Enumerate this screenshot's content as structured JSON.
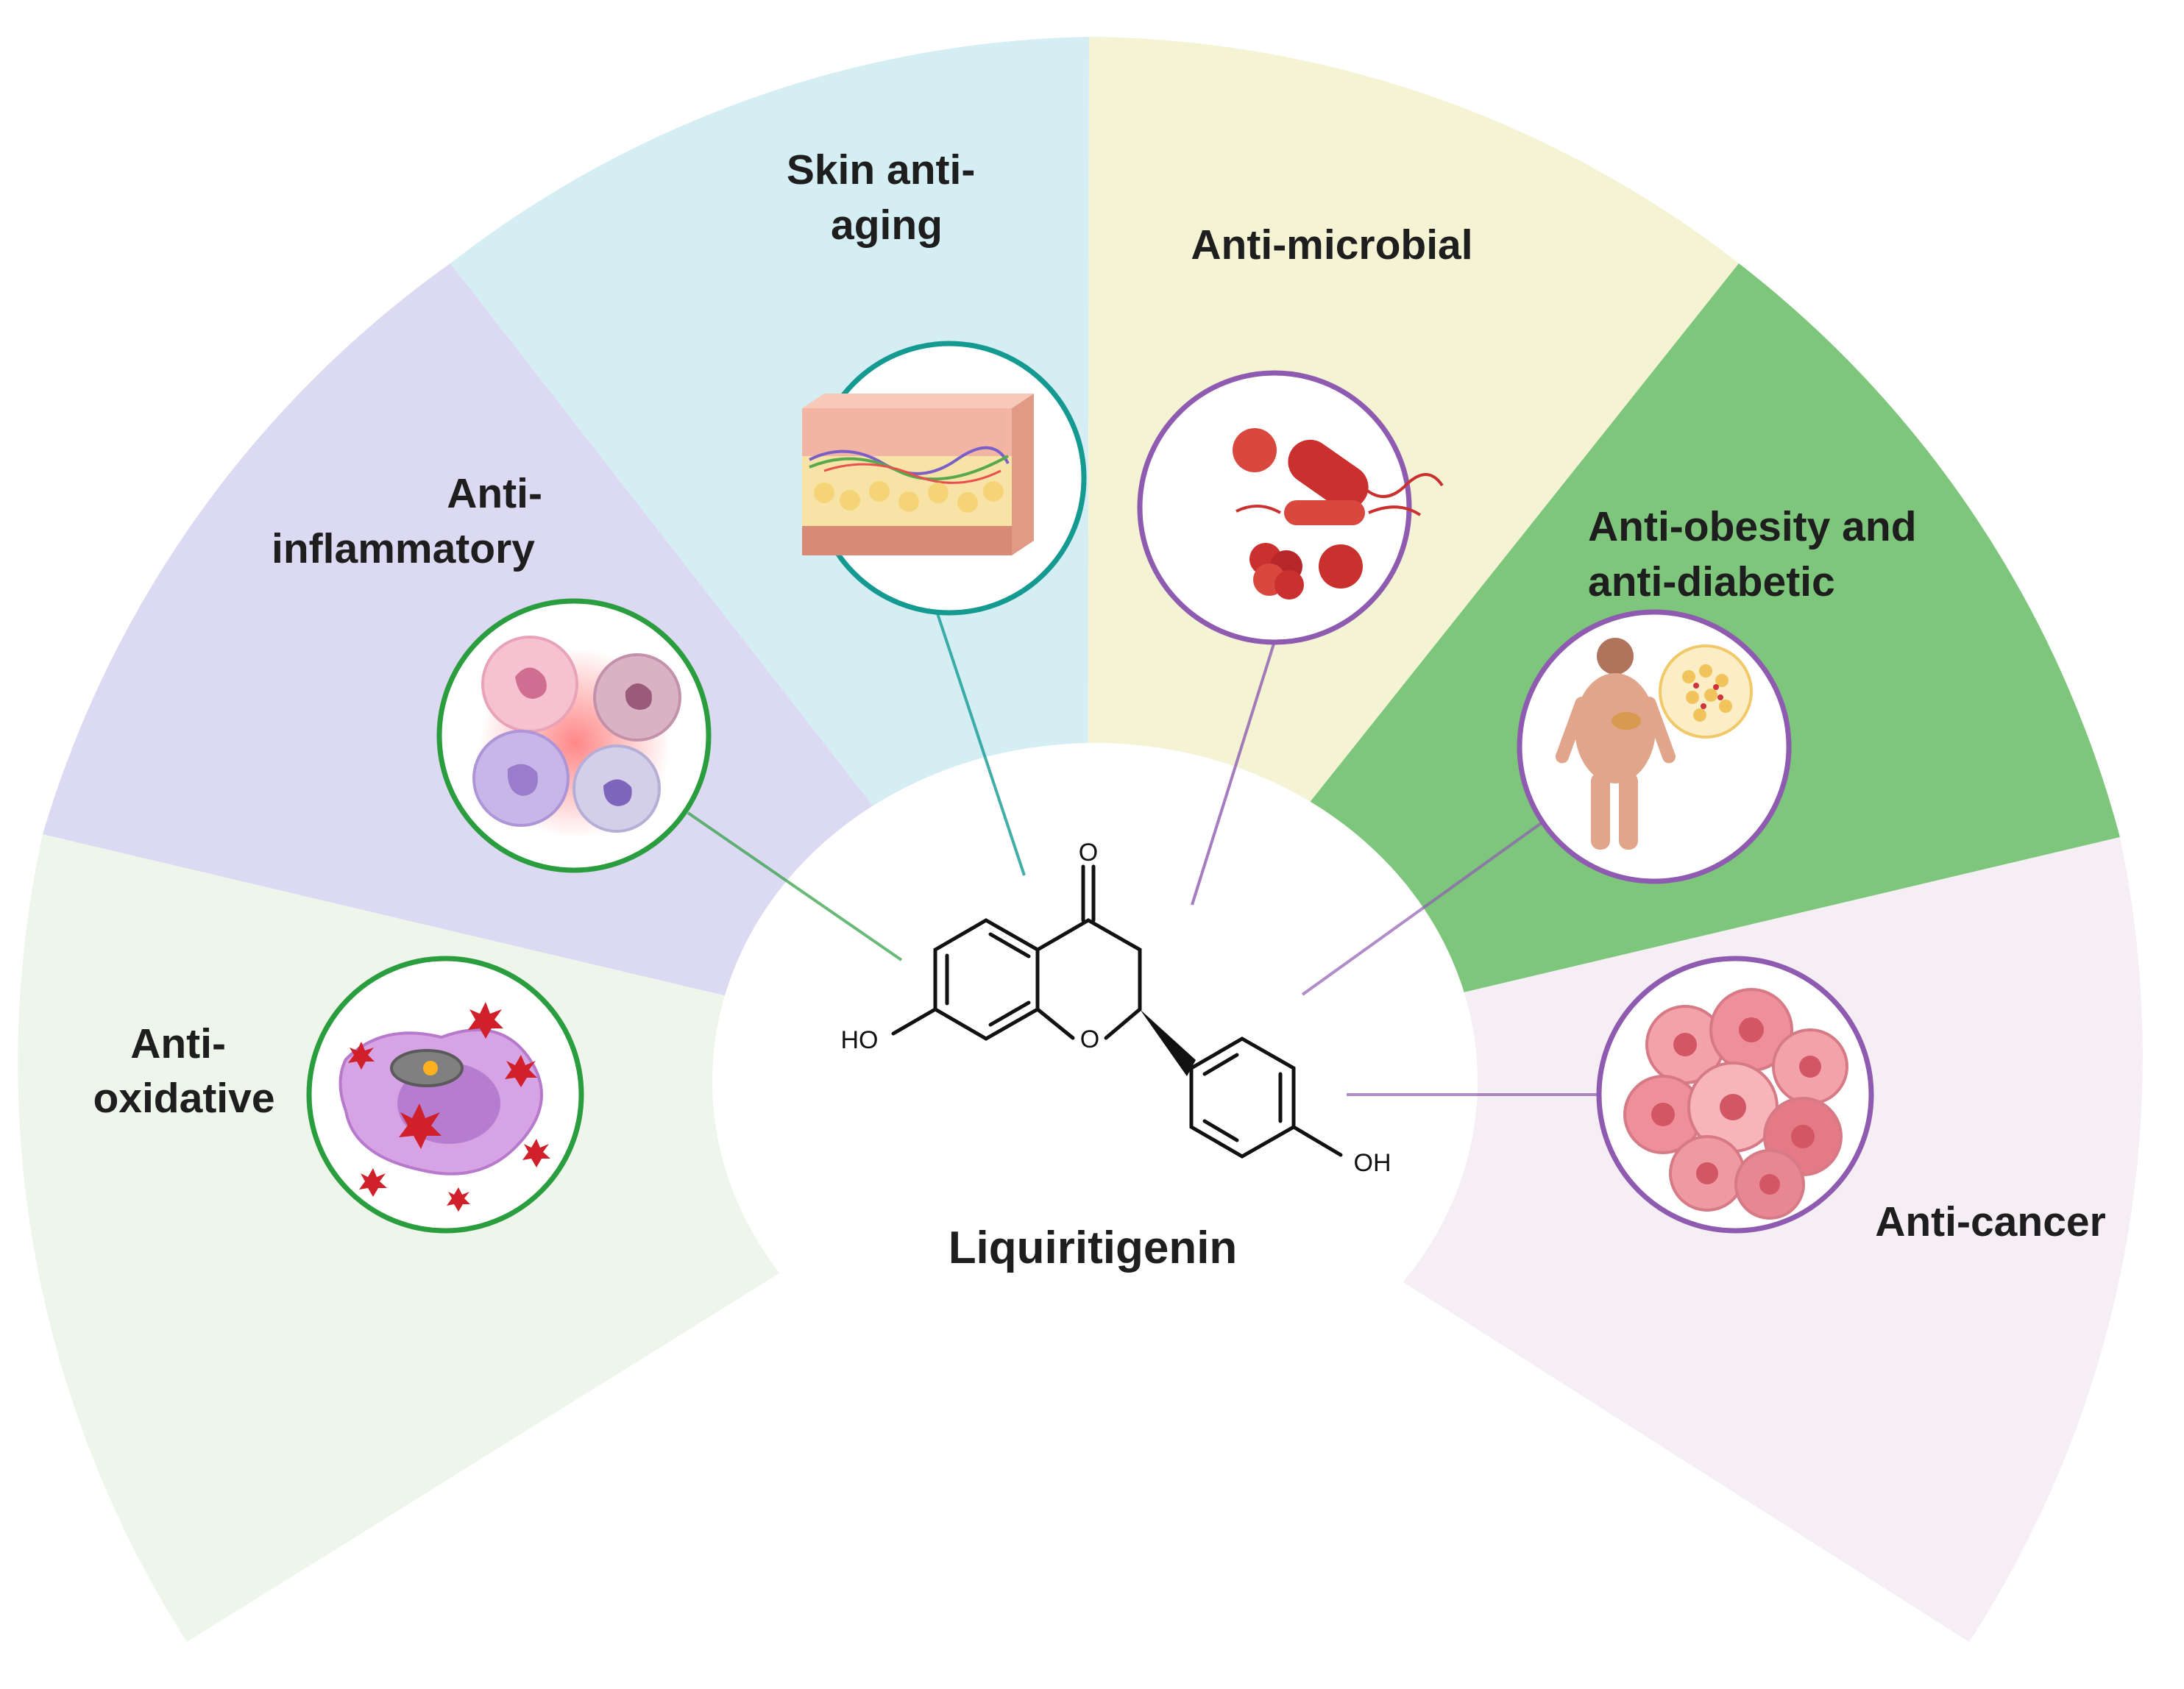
{
  "compound": {
    "name": "Liquiritigenin",
    "atoms": {
      "carbonyl_o": "O",
      "ring_o": "O",
      "hydroxyl_left": "HO",
      "hydroxyl_right": "OH"
    }
  },
  "activities": [
    {
      "id": "anti-oxidative",
      "lines": [
        "Anti-",
        "oxidative"
      ],
      "color": "#eef5ea",
      "ring": "#2a9d3e"
    },
    {
      "id": "anti-inflammatory",
      "lines": [
        "Anti-",
        "inflammatory"
      ],
      "color": "#dcdaf3",
      "ring": "#2a9d3e"
    },
    {
      "id": "skin-anti-aging",
      "lines": [
        "Skin anti-",
        "aging"
      ],
      "color": "#d5eef3",
      "ring": "#149a91"
    },
    {
      "id": "anti-microbial",
      "lines": [
        "Anti-microbial"
      ],
      "color": "#f4f3d4",
      "ring": "#8e5bb0"
    },
    {
      "id": "anti-obesity-and-anti-diabetic",
      "lines": [
        "Anti-obesity and",
        "anti-diabetic"
      ],
      "color": "#7dc67c",
      "ring": "#8e5bb0"
    },
    {
      "id": "anti-cancer",
      "lines": [
        "Anti-cancer"
      ],
      "color": "#f5eef5",
      "ring": "#8e5bb0"
    }
  ],
  "icons": {
    "anti-oxidative": "ros-stressed-cell-icon",
    "anti-inflammatory": "immune-cells-icon",
    "skin-anti-aging": "skin-layers-icon",
    "anti-microbial": "microbes-icon",
    "anti-obesity-and-anti-diabetic": "obese-body-adipocytes-icon",
    "anti-cancer": "cancer-cells-icon"
  }
}
